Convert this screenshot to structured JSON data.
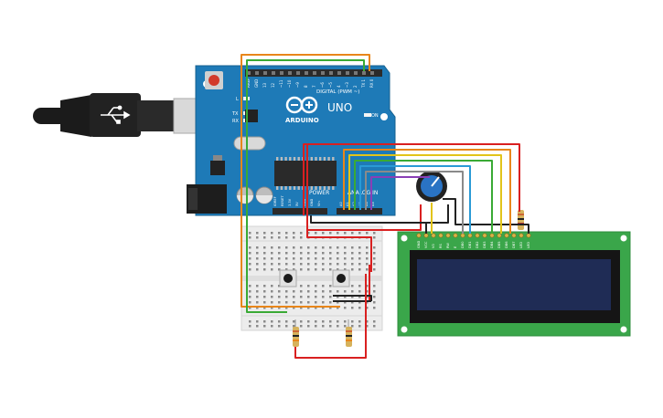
{
  "colors": {
    "board": "#1e7ab7",
    "board_dark": "#15608f",
    "header": "#2b2b2b",
    "breadboard": "#ececec",
    "lcd_pcb": "#3aa64a",
    "lcd_screen": "#1f2c55",
    "wire_red": "#d92020",
    "wire_black": "#222222",
    "wire_orange": "#e8861a",
    "wire_green": "#3aaa35",
    "wire_yellow": "#e2c41a",
    "wire_blue": "#2a9ad6",
    "wire_purple": "#8a3fb6",
    "wire_grey": "#8a8a8a"
  },
  "arduino": {
    "brand": "ARDUINO",
    "model": "UNO",
    "digital_label": "DIGITAL (PWM ~)",
    "power_label": "POWER",
    "analog_label": "ANALOG IN",
    "on_label": "ON",
    "tx_label": "TX",
    "rx_label": "RX",
    "l_label": "L",
    "digital_pins": [
      "AREF",
      "GND",
      "13",
      "12",
      "~11",
      "~10",
      "~9",
      "8",
      "7",
      "~6",
      "~5",
      "4",
      "~3",
      "2",
      "TX 1",
      "RX 0"
    ],
    "power_pins": [
      "IOREF",
      "RESET",
      "3.3V",
      "5V",
      "GND",
      "GND",
      "Vin"
    ],
    "analog_pins": [
      "A0",
      "A1",
      "A2",
      "A3",
      "A4",
      "A5"
    ]
  },
  "lcd": {
    "pins": [
      "GND",
      "VCC",
      "V0",
      "RS",
      "RW",
      "E",
      "DB0",
      "DB1",
      "DB2",
      "DB3",
      "DB4",
      "DB5",
      "DB6",
      "DB7",
      "LED",
      "LED"
    ]
  }
}
